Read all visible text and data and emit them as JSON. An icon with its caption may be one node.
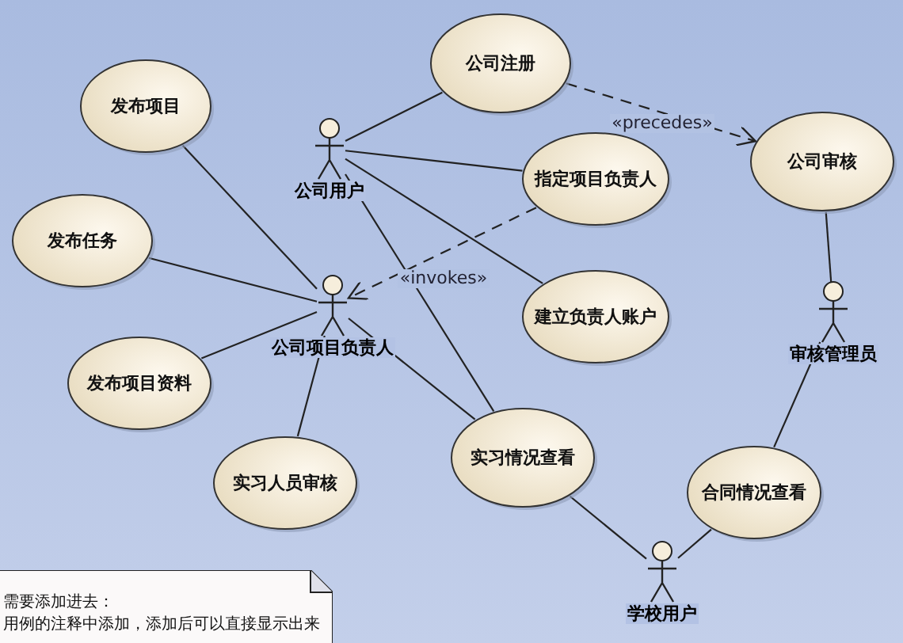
{
  "diagram": {
    "nodes": [
      {
        "text": [
          "发布项目"
        ]
      },
      {
        "text": [
          "公司注册"
        ]
      },
      {
        "text": [
          "公司用户"
        ]
      },
      {
        "text": [
          "指定项目负责人"
        ]
      },
      {
        "text": [
          "公司审核"
        ]
      },
      {
        "text": [
          "发布任务"
        ]
      },
      {
        "text": [
          "公司项目负责人"
        ]
      },
      {
        "text": [
          "建立负责人账户"
        ]
      },
      {
        "text": [
          "审核管理员"
        ]
      },
      {
        "text": [
          "发布项目资料"
        ]
      },
      {
        "text": [
          "实习人员审核"
        ]
      },
      {
        "text": [
          "实习情况查看"
        ]
      },
      {
        "text": [
          "合同情况查看"
        ]
      },
      {
        "text": [
          "学校用户"
        ]
      },
      {
        "text": [
          "需要添加进去：",
          "用例的注释中添加，添加后可以直接显示出来"
        ]
      }
    ],
    "edges": [
      {
        "from": 2,
        "to": 1,
        "arrow": "none"
      },
      {
        "from": 2,
        "to": 3,
        "arrow": "none"
      },
      {
        "from": 2,
        "to": 7,
        "arrow": "none"
      },
      {
        "from": 2,
        "to": 11,
        "arrow": "none"
      },
      {
        "from": 1,
        "to": 4,
        "arrow": "to",
        "label": "«precedes»",
        "style": "dashed"
      },
      {
        "from": 3,
        "to": 6,
        "arrow": "to",
        "label": "«invokes»",
        "style": "dashed"
      },
      {
        "from": 0,
        "to": 6,
        "arrow": "none"
      },
      {
        "from": 5,
        "to": 6,
        "arrow": "none"
      },
      {
        "from": 9,
        "to": 6,
        "arrow": "none"
      },
      {
        "from": 10,
        "to": 6,
        "arrow": "none"
      },
      {
        "from": 6,
        "to": 11,
        "arrow": "none"
      },
      {
        "from": 4,
        "to": 8,
        "arrow": "none"
      },
      {
        "from": 8,
        "to": 12,
        "arrow": "none"
      },
      {
        "from": 11,
        "to": 13,
        "arrow": "none"
      },
      {
        "from": 12,
        "to": 13,
        "arrow": "none"
      }
    ]
  }
}
